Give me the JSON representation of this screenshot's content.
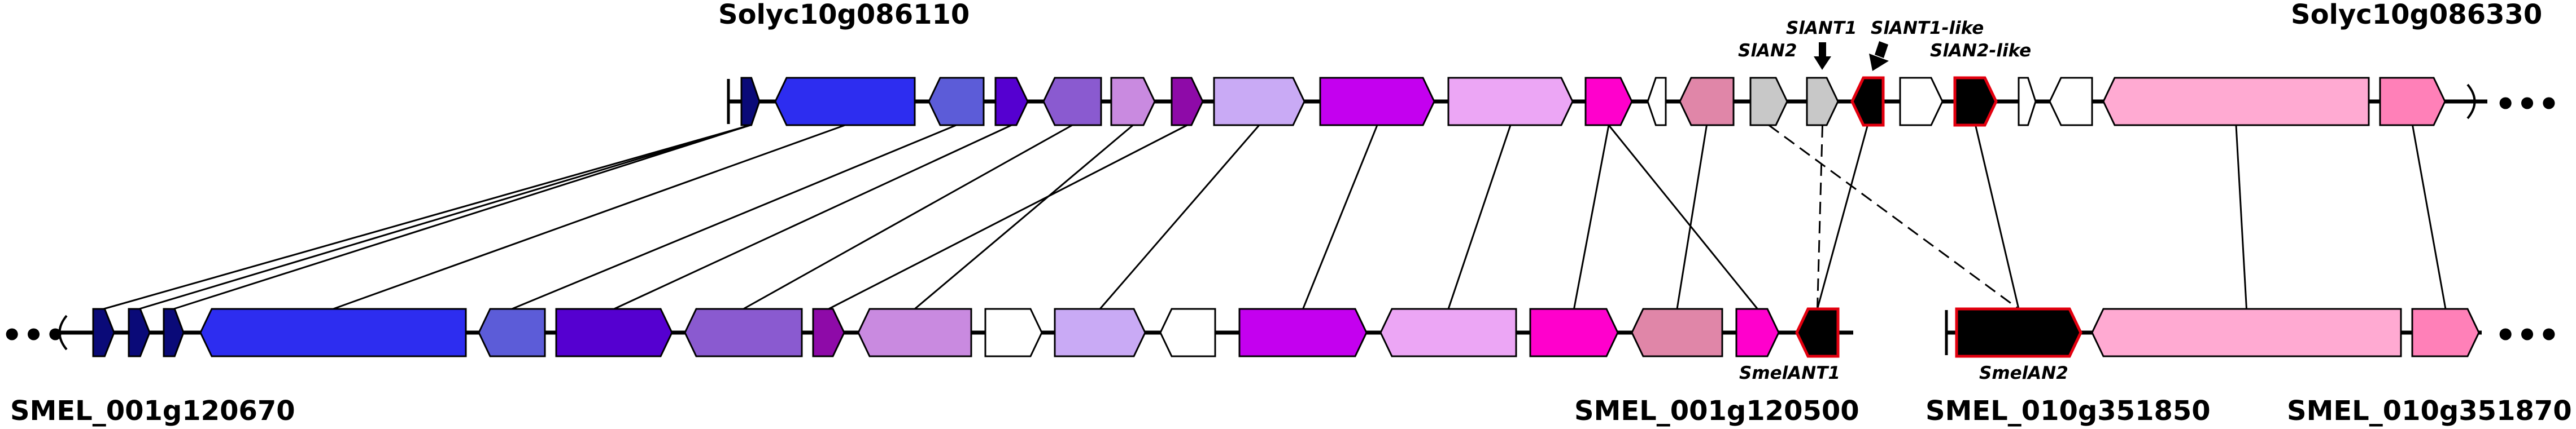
{
  "labels": {
    "top_left_locus": "Solyc10g086110",
    "top_right_locus": "Solyc10g086330",
    "bottom_left_locus": "SMEL_001g120670",
    "bottom_mid_locus": "SMEL_001g120500",
    "bottom_mid2_locus": "SMEL_010g351850",
    "bottom_right_locus": "SMEL_010g351870"
  },
  "gene_names": {
    "slant1": "SlANT1",
    "slant1_like": "SlANT1-like",
    "slan2": "SlAN2",
    "slan2_like": "SlAN2-like",
    "smelant1": "SmelANT1",
    "smelan2": "SmelAN2"
  },
  "ellipsis": "•••",
  "colors": {
    "line": "#000000",
    "highlight_border": "#e3000f",
    "gene_stroke": "#000000"
  },
  "tracks": {
    "top_genes": [
      {
        "id": "t1",
        "dir": "R",
        "color": "#0a0a78"
      },
      {
        "id": "t2",
        "dir": "L",
        "color": "#2d2df0"
      },
      {
        "id": "t3",
        "dir": "L",
        "color": "#5c5cd8"
      },
      {
        "id": "t4",
        "dir": "R",
        "color": "#5500d0"
      },
      {
        "id": "t5",
        "dir": "L",
        "color": "#8a5ad0"
      },
      {
        "id": "t6",
        "dir": "R",
        "color": "#c98ae0"
      },
      {
        "id": "t7",
        "dir": "R",
        "color": "#8e0aa8"
      },
      {
        "id": "t8",
        "dir": "R",
        "color": "#c9aaf5"
      },
      {
        "id": "t9",
        "dir": "R",
        "color": "#c400ef"
      },
      {
        "id": "t10",
        "dir": "R",
        "color": "#eca6f5"
      },
      {
        "id": "t11",
        "dir": "R",
        "color": "#ff00cc"
      },
      {
        "id": "t12",
        "dir": "L",
        "color": "#ffffff"
      },
      {
        "id": "t13",
        "dir": "L",
        "color": "#e086a8"
      },
      {
        "id": "t14",
        "dir": "R",
        "color": "#c8c8c8"
      },
      {
        "id": "t15",
        "dir": "R",
        "color": "#c8c8c8"
      },
      {
        "id": "t16",
        "dir": "L",
        "color": "#000000",
        "highlight": true
      },
      {
        "id": "t17",
        "dir": "R",
        "color": "#ffffff"
      },
      {
        "id": "t18",
        "dir": "R",
        "color": "#000000",
        "highlight": true
      },
      {
        "id": "t19",
        "dir": "R",
        "color": "#ffffff"
      },
      {
        "id": "t20",
        "dir": "L",
        "color": "#ffffff"
      },
      {
        "id": "t21",
        "dir": "L",
        "color": "#ffaad2"
      },
      {
        "id": "t22",
        "dir": "R",
        "color": "#ff80b8"
      }
    ],
    "bottom_genes": [
      {
        "id": "b1",
        "dir": "R",
        "color": "#0a0a78"
      },
      {
        "id": "b2",
        "dir": "R",
        "color": "#0a0a78"
      },
      {
        "id": "b3",
        "dir": "R",
        "color": "#0a0a78"
      },
      {
        "id": "b4",
        "dir": "L",
        "color": "#2d2df0"
      },
      {
        "id": "b5",
        "dir": "L",
        "color": "#5c5cd8"
      },
      {
        "id": "b6",
        "dir": "R",
        "color": "#5500d0"
      },
      {
        "id": "b7",
        "dir": "L",
        "color": "#8a5ad0"
      },
      {
        "id": "b8",
        "dir": "R",
        "color": "#8e0aa8"
      },
      {
        "id": "b9",
        "dir": "L",
        "color": "#c98ae0"
      },
      {
        "id": "b10",
        "dir": "R",
        "color": "#ffffff"
      },
      {
        "id": "b11",
        "dir": "R",
        "color": "#c9aaf5"
      },
      {
        "id": "b12",
        "dir": "L",
        "color": "#ffffff"
      },
      {
        "id": "b13",
        "dir": "R",
        "color": "#c400ef"
      },
      {
        "id": "b14",
        "dir": "L",
        "color": "#eca6f5"
      },
      {
        "id": "b15",
        "dir": "R",
        "color": "#ff00cc"
      },
      {
        "id": "b16",
        "dir": "L",
        "color": "#e086a8"
      },
      {
        "id": "b17",
        "dir": "R",
        "color": "#ff00cc"
      },
      {
        "id": "b18",
        "dir": "L",
        "color": "#000000",
        "highlight": true
      },
      {
        "id": "b19",
        "dir": "R",
        "color": "#000000",
        "highlight": true
      },
      {
        "id": "b20",
        "dir": "L",
        "color": "#ffaad2"
      },
      {
        "id": "b21",
        "dir": "R",
        "color": "#ff80b8"
      }
    ],
    "links": [
      {
        "from": "t1",
        "to": "b1",
        "style": "solid"
      },
      {
        "from": "t1",
        "to": "b2",
        "style": "solid"
      },
      {
        "from": "t1",
        "to": "b3",
        "style": "solid"
      },
      {
        "from": "t2",
        "to": "b4",
        "style": "solid"
      },
      {
        "from": "t3",
        "to": "b5",
        "style": "solid"
      },
      {
        "from": "t4",
        "to": "b6",
        "style": "solid"
      },
      {
        "from": "t5",
        "to": "b7",
        "style": "solid"
      },
      {
        "from": "t6",
        "to": "b9",
        "style": "solid"
      },
      {
        "from": "t7",
        "to": "b8",
        "style": "solid"
      },
      {
        "from": "t8",
        "to": "b11",
        "style": "solid"
      },
      {
        "from": "t9",
        "to": "b13",
        "style": "solid"
      },
      {
        "from": "t10",
        "to": "b14",
        "style": "solid"
      },
      {
        "from": "t11",
        "to": "b15",
        "style": "solid"
      },
      {
        "from": "t11",
        "to": "b17",
        "style": "solid"
      },
      {
        "from": "t13",
        "to": "b16",
        "style": "solid"
      },
      {
        "from": "t14",
        "to": "b19",
        "style": "dashed"
      },
      {
        "from": "t15",
        "to": "b18",
        "style": "dashed"
      },
      {
        "from": "t16",
        "to": "b18",
        "style": "solid"
      },
      {
        "from": "t18",
        "to": "b19",
        "style": "solid"
      },
      {
        "from": "t21",
        "to": "b20",
        "style": "solid"
      },
      {
        "from": "t22",
        "to": "b21",
        "style": "solid"
      }
    ]
  }
}
